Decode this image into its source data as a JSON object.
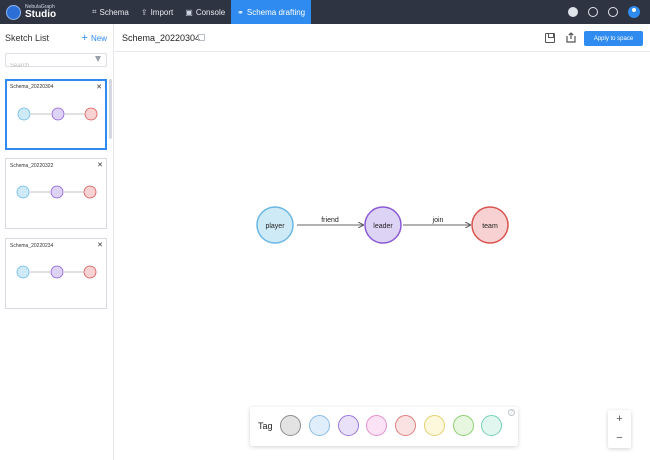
{
  "app": {
    "logo_small": "NebulaGraph",
    "logo_big": "Studio"
  },
  "nav": [
    {
      "label": "Schema",
      "icon": "schema-icon",
      "active": false
    },
    {
      "label": "Import",
      "icon": "import-icon",
      "active": false
    },
    {
      "label": "Console",
      "icon": "console-icon",
      "active": false
    },
    {
      "label": "Schema drafting",
      "icon": "drafting-icon",
      "active": true
    }
  ],
  "topbar_icons": [
    "github-icon",
    "language-icon",
    "help-icon",
    "user-avatar-icon"
  ],
  "sidebar": {
    "title": "Sketch List",
    "new_label": "New",
    "search_placeholder": "Search",
    "cards": [
      {
        "title": "Schema_20220304",
        "active": true
      },
      {
        "title": "Schema_20220322",
        "active": false
      },
      {
        "title": "Schema_20220234",
        "active": false
      }
    ]
  },
  "header": {
    "title": "Schema_20220304",
    "apply_label": "Apply to space"
  },
  "graph": {
    "nodes": [
      {
        "label": "player",
        "fill": "#cfeaf7",
        "stroke": "#6ab7e3"
      },
      {
        "label": "leader",
        "fill": "#ddd3f5",
        "stroke": "#8a5ad6"
      },
      {
        "label": "team",
        "fill": "#f8d2d2",
        "stroke": "#d9534f"
      }
    ],
    "edges": [
      {
        "label": "friend",
        "from": "player",
        "to": "leader"
      },
      {
        "label": "join",
        "from": "leader",
        "to": "team"
      }
    ]
  },
  "palette": {
    "label": "Tag",
    "colors": [
      {
        "fill": "#e3e3e3",
        "stroke": "#8c8c8c"
      },
      {
        "fill": "#e0eefc",
        "stroke": "#8bbbe6"
      },
      {
        "fill": "#e9e1f8",
        "stroke": "#9b7ad9"
      },
      {
        "fill": "#fbe2f4",
        "stroke": "#e391cf"
      },
      {
        "fill": "#fbe2e2",
        "stroke": "#e07f7f"
      },
      {
        "fill": "#fdf8dc",
        "stroke": "#e2d070"
      },
      {
        "fill": "#e7f7df",
        "stroke": "#8ccf72"
      },
      {
        "fill": "#e0f6ef",
        "stroke": "#79d1b4"
      }
    ]
  },
  "zoom": {
    "in_label": "+",
    "out_label": "−"
  }
}
